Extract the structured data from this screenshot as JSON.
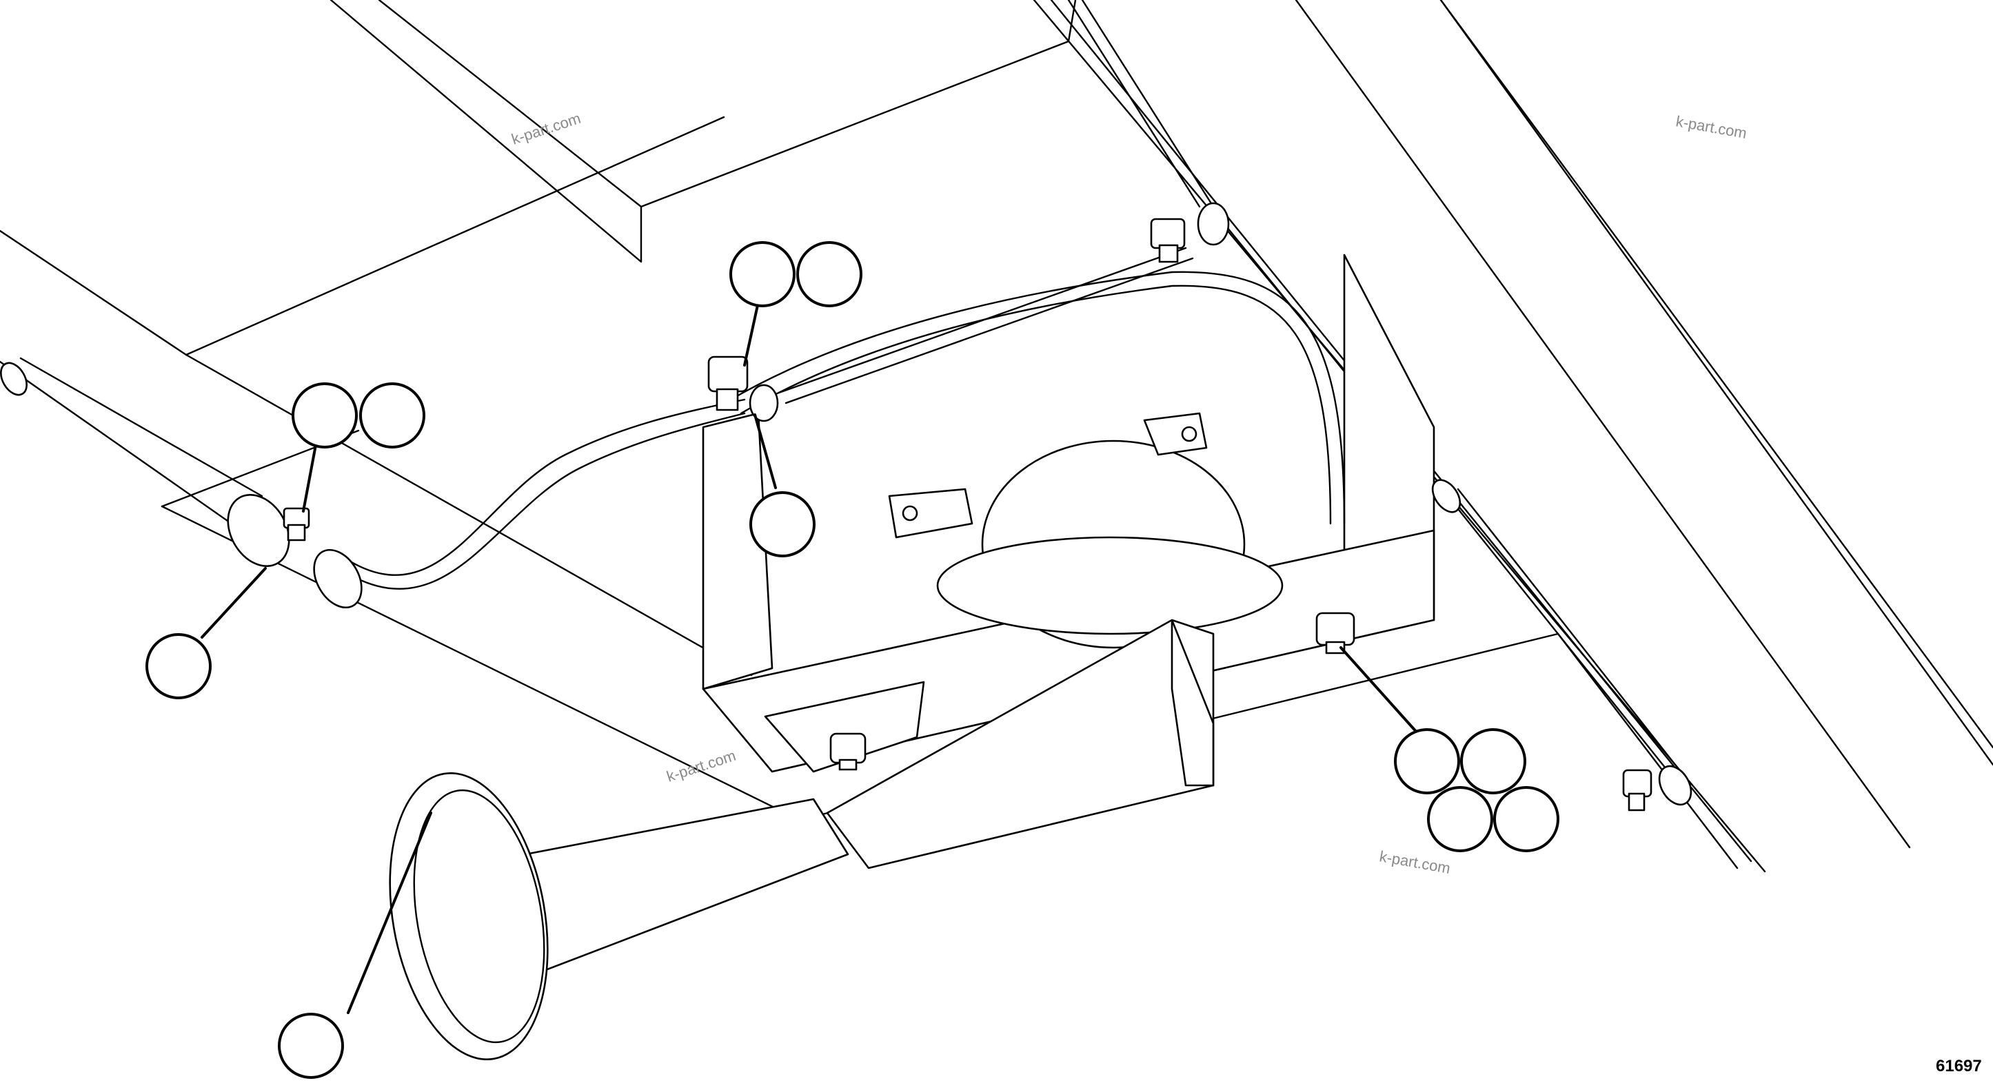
{
  "figure_number": "61697",
  "watermark": "k-part.com",
  "callouts": [
    {
      "id": "horn-callout",
      "text": ""
    },
    {
      "id": "left-clamp-callout",
      "text": ""
    },
    {
      "id": "left-nut-callout-a",
      "text": ""
    },
    {
      "id": "left-nut-callout-b",
      "text": ""
    },
    {
      "id": "center-nut-callout-a",
      "text": ""
    },
    {
      "id": "center-nut-callout-b",
      "text": ""
    },
    {
      "id": "center-clamp-callout",
      "text": ""
    },
    {
      "id": "bracket-nut-callout-a",
      "text": ""
    },
    {
      "id": "bracket-nut-callout-b",
      "text": ""
    },
    {
      "id": "bracket-nut-callout-c",
      "text": ""
    },
    {
      "id": "bracket-nut-callout-d",
      "text": ""
    }
  ]
}
